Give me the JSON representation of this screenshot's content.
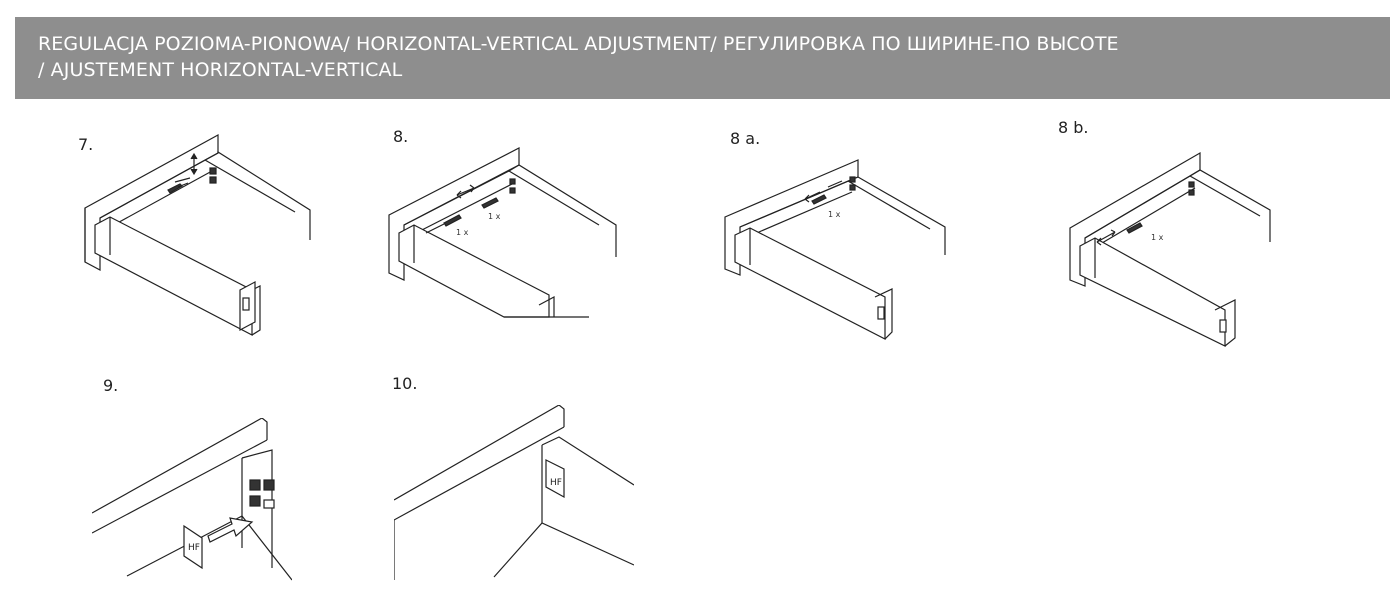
{
  "header": {
    "line1": "REGULACJA POZIOMA-PIONOWA/ HORIZONTAL-VERTICAL ADJUSTMENT/ РЕГУЛИРОВКА ПО ШИРИНЕ-ПО ВЫСОТЕ",
    "line2": "/ AJUSTEMENT HORIZONTAL-VERTICAL"
  },
  "steps": [
    {
      "label": "7."
    },
    {
      "label": "8.",
      "notes": [
        "1 x",
        "1 x"
      ]
    },
    {
      "label": "8 a.",
      "notes": [
        "1 x"
      ]
    },
    {
      "label": "8 b.",
      "notes": [
        "1 x"
      ]
    },
    {
      "label": "9."
    },
    {
      "label": "10."
    }
  ]
}
